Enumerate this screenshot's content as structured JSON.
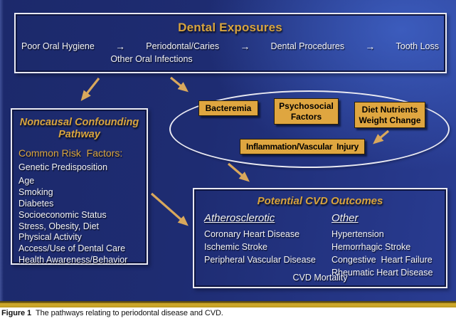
{
  "dental_exposures": {
    "title": "Dental Exposures",
    "arrow_glyph": "→",
    "flow": [
      "Poor Oral Hygiene",
      "Periodontal/Caries",
      "Dental Procedures",
      "Tooth Loss"
    ],
    "secondary": "Other Oral Infections"
  },
  "confounding": {
    "title_line1": "Noncausal Confounding",
    "title_line2": "Pathway",
    "subtitle": "Common Risk  Factors:",
    "items": [
      "Genetic Predisposition",
      "Age",
      "Smoking",
      "Diabetes",
      "Socioeconomic Status",
      "Stress, Obesity, Diet",
      "Physical Activity",
      "Access/Use of Dental Care",
      "Health Awareness/Behavior"
    ]
  },
  "mechanisms": {
    "bacteremia": "Bacteremia",
    "psychosocial_line1": "Psychosocial",
    "psychosocial_line2": "Factors",
    "diet_line1": "Diet Nutrients",
    "diet_line2": "Weight Change",
    "inflammation": "Inflammation/Vascular  Injury"
  },
  "outcomes": {
    "title": "Potential CVD Outcomes",
    "atherosclerotic_header": "Atherosclerotic",
    "atherosclerotic_items": [
      "Coronary Heart Disease",
      "Ischemic Stroke",
      "Peripheral Vascular Disease"
    ],
    "other_header": "Other",
    "other_items": [
      "Hypertension",
      "Hemorrhagic Stroke",
      "Congestive  Heart Failure",
      "Rheumatic Heart Disease"
    ],
    "footer": "CVD Mortality"
  },
  "caption": {
    "label": "Figure 1",
    "text": "The pathways relating to periodontal disease and CVD."
  },
  "colors": {
    "accent_gold_text": "#d8a43e",
    "mechanism_box_gold": "#dfa640",
    "arrow_tan": "#d9a85c",
    "divider_bar_gold": "#c7a127",
    "background_navy": "#1c296b",
    "background_light_blue": "#293c92"
  }
}
